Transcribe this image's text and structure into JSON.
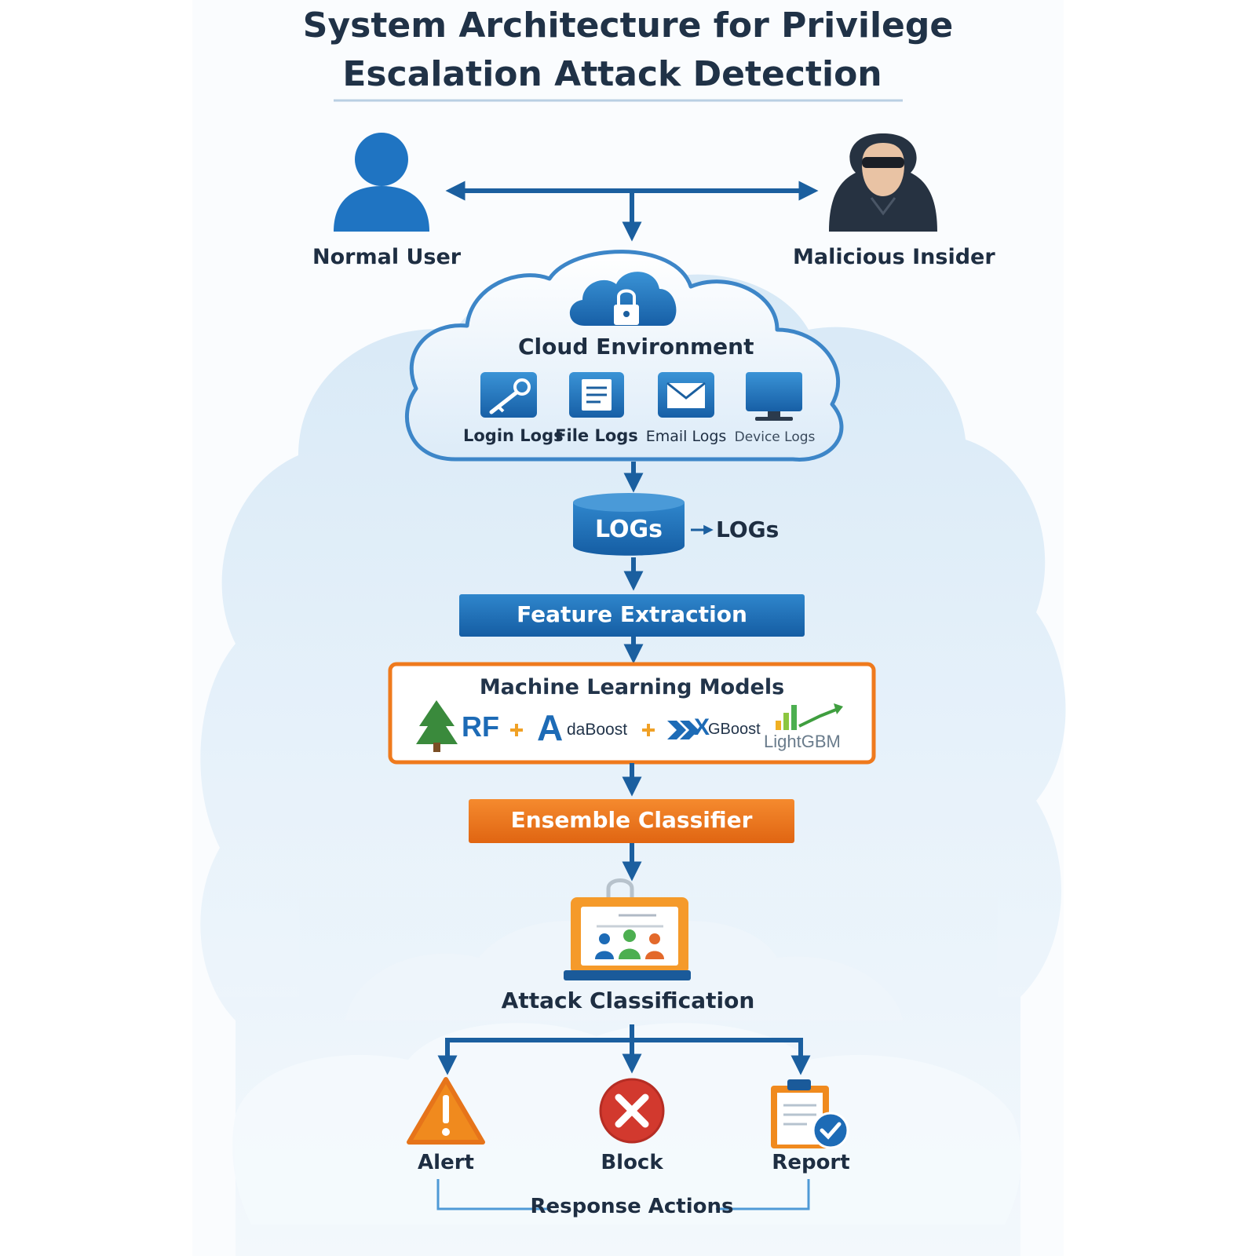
{
  "title": {
    "line1": "System Architecture for Privilege",
    "line2": "Escalation Attack Detection"
  },
  "actors": {
    "normal_user": "Normal User",
    "malicious_insider": "Malicious Insider"
  },
  "cloud": {
    "title": "Cloud Environment",
    "logs": [
      {
        "label": "Login Logs",
        "icon": "key-icon"
      },
      {
        "label": "File Logs",
        "icon": "file-icon"
      },
      {
        "label": "Email Logs",
        "icon": "email-icon"
      },
      {
        "label": "Device Logs",
        "icon": "monitor-icon"
      }
    ]
  },
  "storage": {
    "label": "LOGs",
    "side_label": "LOGs"
  },
  "feature_extraction": "Feature Extraction",
  "ml": {
    "title": "Machine Learning Models",
    "models": {
      "rf": "RF",
      "adaboost_letter": "A",
      "adaboost_rest": "daBoost",
      "xgboost_letter": "X",
      "xgboost_rest": "GBoost",
      "lightgbm": "LightGBM"
    }
  },
  "ensemble": "Ensemble Classifier",
  "attack_classification": "Attack Classification",
  "actions": {
    "alert": "Alert",
    "block": "Block",
    "report": "Report",
    "group_label": "Response Actions"
  },
  "colors": {
    "blue": "#1b6cb3",
    "dark_blue": "#16518f",
    "orange": "#ef7a1d",
    "red": "#d2392e"
  }
}
